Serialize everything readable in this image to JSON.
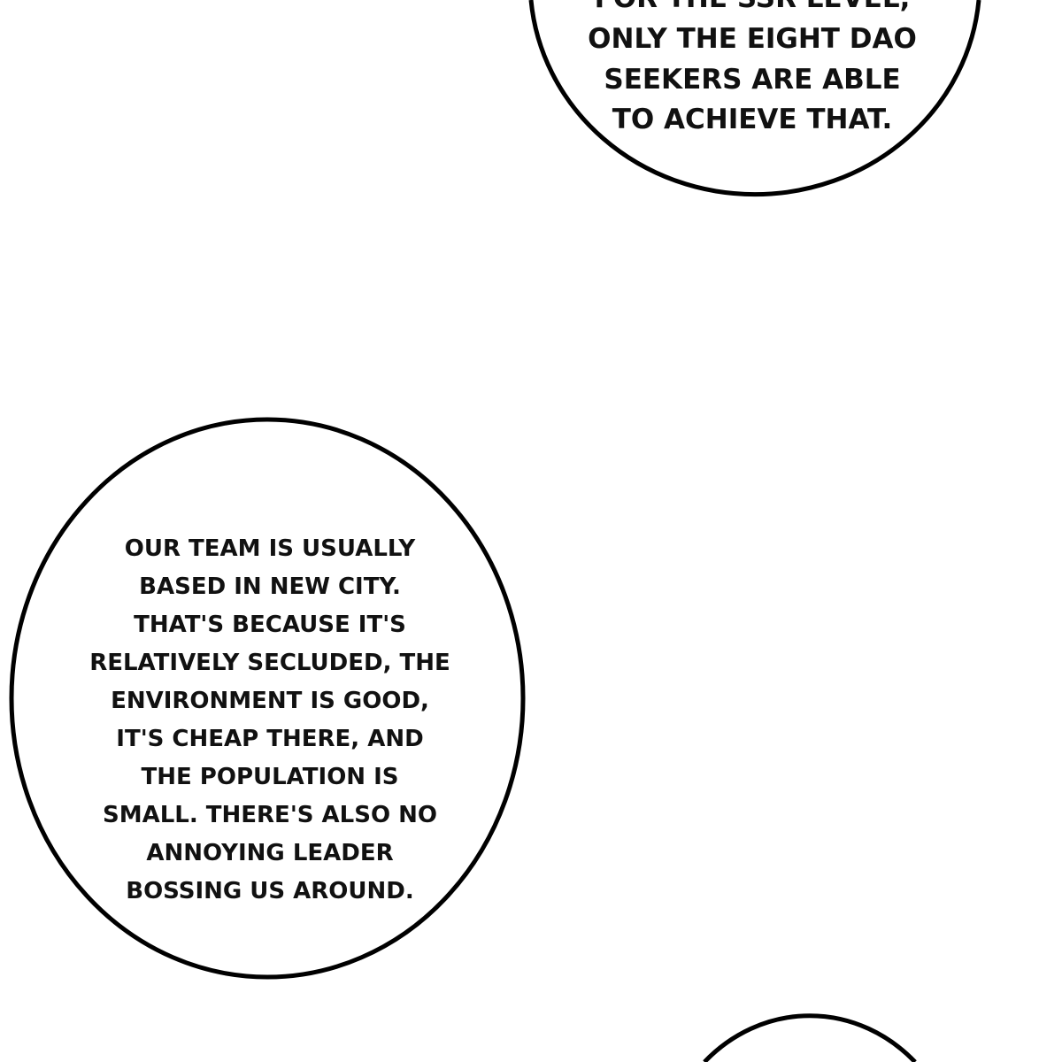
{
  "bubble_top": {
    "lines": [
      "FOR THE SSR LEVEL,",
      "ONLY THE EIGHT DAO",
      "SEEKERS ARE ABLE",
      "TO ACHIEVE THAT."
    ]
  },
  "bubble_left": {
    "lines": [
      "OUR TEAM IS USUALLY",
      "BASED IN NEW CITY.",
      "THAT'S BECAUSE IT'S",
      "RELATIVELY SECLUDED, THE",
      "ENVIRONMENT IS GOOD,",
      "IT'S CHEAP THERE, AND",
      "THE POPULATION IS",
      "SMALL. THERE'S ALSO NO",
      "ANNOYING LEADER",
      "BOSSING US AROUND."
    ]
  },
  "colors": {
    "ink": "#111111",
    "paper": "#ffffff"
  }
}
